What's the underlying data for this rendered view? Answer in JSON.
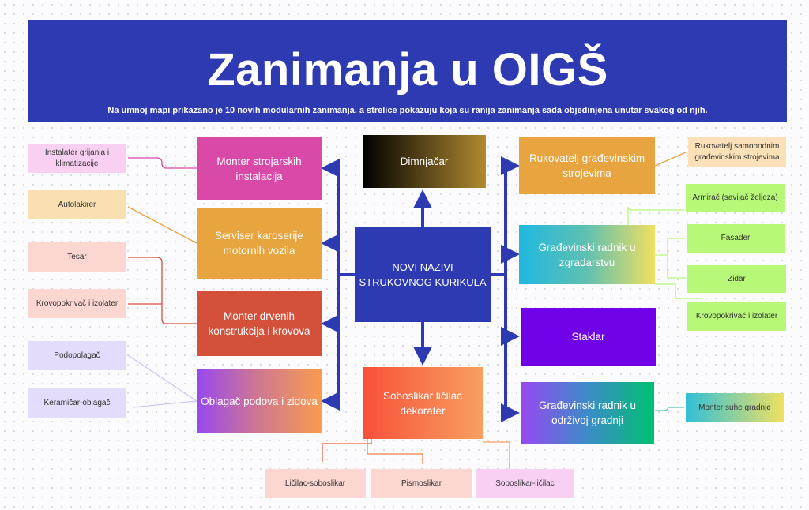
{
  "header": {
    "title": "Zanimanja u OIGŠ",
    "subtitle": "Na umnoj mapi prikazano je 10 novih modularnih zanimanja, a strelice pokazuju koja su ranija zanimanja sada objedinjena unutar svakog od njih."
  },
  "center": "NOVI NAZIVI STRUKOVNOG KURIKULA",
  "new": {
    "monter_stroj": "Monter strojarskih instalacija",
    "serviser": "Serviser karoserije motornih vozila",
    "monter_drv": "Monter drvenih konstrukcija i krovova",
    "oblagac": "Oblagač podova i zidova",
    "dimnjacar": "Dimnjačar",
    "soboslikar": "Soboslikar ličilac dekorater",
    "rukovatelj": "Rukovatelj građevinskim strojevima",
    "grad_zgr": "Građevinski radnik u zgradarstvu",
    "staklar": "Staklar",
    "grad_odr": "Građevinski radnik u održivoj gradnji"
  },
  "old": {
    "instalater": "Instalater grijanja i klimatizacije",
    "autolakirer": "Autolakirer",
    "tesar": "Tesar",
    "krovo1": "Krovopokrivač i izolater",
    "podopolagac": "Podopolagač",
    "keramicar": "Keramičar-oblagač",
    "rukovatelj_sam": "Rukovatelj samohodnim građevinskim strojevima",
    "armirac": "Armirač (savijač željeza)",
    "fasader": "Fasader",
    "zidar": "Zidar",
    "krovo2": "Krovopokrivač i izolater",
    "monter_suhe": "Monter suhe gradnje",
    "licilac": "Ličilac-soboslikar",
    "pismoslikar": "Pismoslikar",
    "sobo_lic": "Soboslikar-ličilac"
  }
}
